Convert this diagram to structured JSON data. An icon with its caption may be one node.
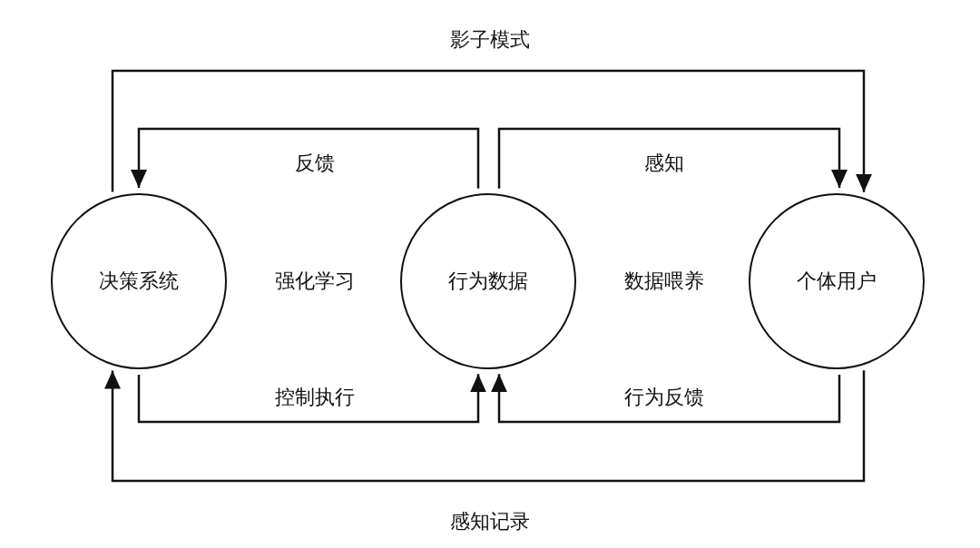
{
  "diagram": {
    "nodes": [
      {
        "text": [
          "决策系统"
        ]
      },
      {
        "text": [
          "行为数据"
        ]
      },
      {
        "text": [
          "个体用户"
        ]
      }
    ],
    "edges": [
      {
        "from": 0,
        "to": 2,
        "arrow": "to",
        "label": "影子模式"
      },
      {
        "from": 1,
        "to": 0,
        "arrow": "to",
        "label": "反馈"
      },
      {
        "from": 1,
        "to": 2,
        "arrow": "to",
        "label": "感知"
      },
      {
        "from": 0,
        "to": 1,
        "arrow": "to",
        "label": "控制执行"
      },
      {
        "from": 2,
        "to": 1,
        "arrow": "to",
        "label": "行为反馈"
      },
      {
        "from": 2,
        "to": 0,
        "arrow": "to",
        "label": "感知记录"
      }
    ],
    "labels": [
      "强化学习",
      "数据喂养"
    ]
  }
}
